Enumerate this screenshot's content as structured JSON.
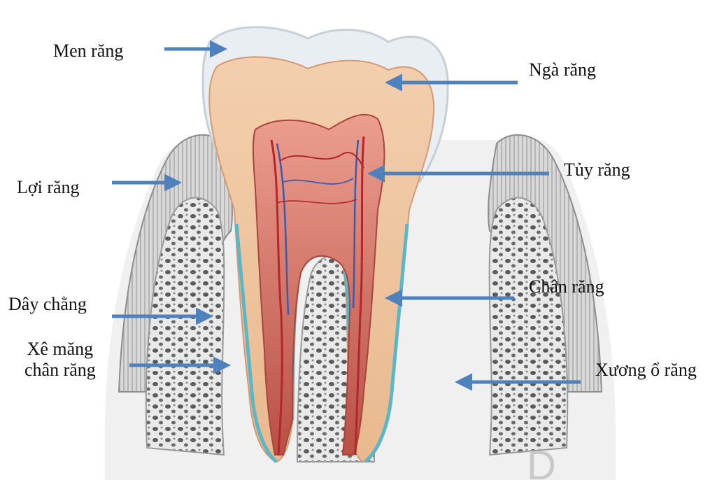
{
  "labels": {
    "enamel": "Men răng",
    "dentin": "Ngà răng",
    "pulp": "Tủy răng",
    "gum": "Lợi răng",
    "root": "Chân răng",
    "ligament": "Dây chằng",
    "cementum_line1": "Xê măng",
    "cementum_line2": "chân răng",
    "bone": "Xương ổ răng"
  },
  "watermark": "D",
  "colors": {
    "arrow": "#4f81bd",
    "enamel": "#e8eef2",
    "dentin": "#efc7a3",
    "pulp": "#e59a8c",
    "gum": "#d9d9d9",
    "cementum": "#5bb7c8",
    "vessel_red": "#b3262a",
    "vessel_blue": "#3c5aa8"
  }
}
